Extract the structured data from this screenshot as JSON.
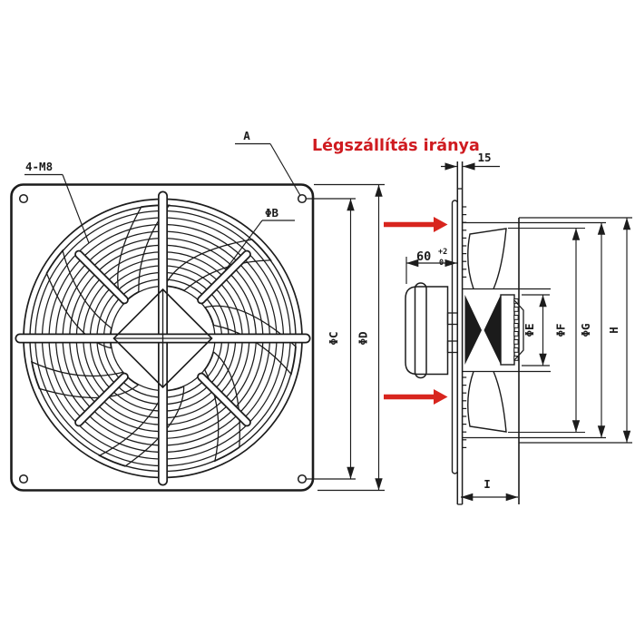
{
  "title": {
    "text": "Légszállítás iránya",
    "color": "#cf1b20",
    "meaning": "air-delivery-direction"
  },
  "colors": {
    "line": "#1c1c1c",
    "accent_red": "#d8251e",
    "background": "#ffffff",
    "hub_fill": "#1b1b1b"
  },
  "front_view": {
    "labels": {
      "corner_holes": "4-M8",
      "detail_ref": "A",
      "guard_diameter": "ΦB",
      "bolt_circle": "ΦC",
      "plate_size": "ΦD"
    }
  },
  "side_view": {
    "labels": {
      "plate_thickness": "15",
      "motor_protrusion": "60",
      "motor_protrusion_tol_upper": "+2",
      "motor_protrusion_tol_lower": "0",
      "motor_diameter": "ΦE",
      "impeller_diameter": "ΦF",
      "ring_diameter": "ΦG",
      "overall_height": "H",
      "depth": "I"
    }
  }
}
